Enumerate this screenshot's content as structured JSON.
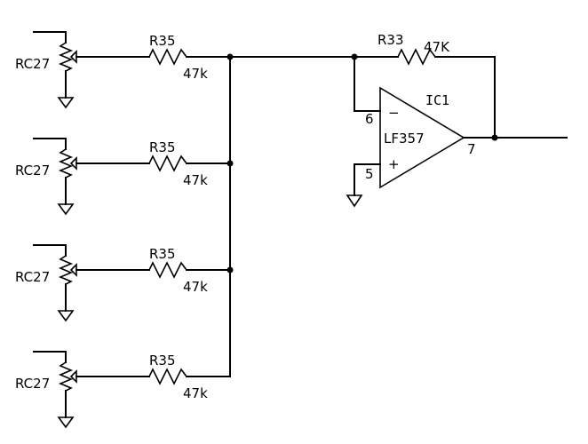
{
  "inputs": [
    {
      "pot": "RC27",
      "res_ref": "R35",
      "res_val": "47k"
    },
    {
      "pot": "RC27",
      "res_ref": "R35",
      "res_val": "47k"
    },
    {
      "pot": "RC27",
      "res_ref": "R35",
      "res_val": "47k"
    },
    {
      "pot": "RC27",
      "res_ref": "R35",
      "res_val": "47k"
    }
  ],
  "feedback": {
    "ref": "R33",
    "value": "47K"
  },
  "opamp": {
    "ref": "IC1",
    "part": "LF357",
    "pin_inv": "6",
    "pin_noninv": "5",
    "pin_out": "7",
    "sign_inv": "−",
    "sign_noninv": "+"
  }
}
